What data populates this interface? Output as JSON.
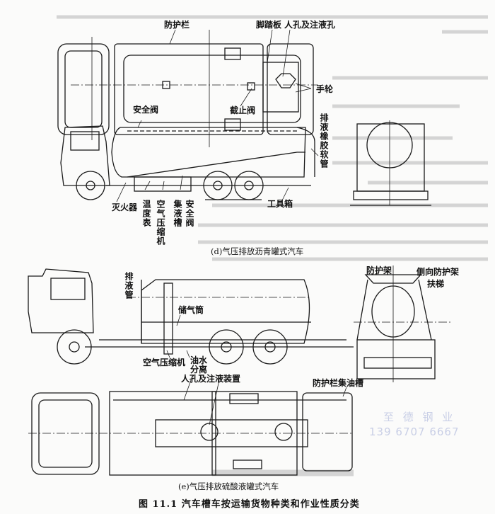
{
  "figure": {
    "caption": "图 11.1   汽车槽车按运输货物种类和作业性质分类"
  },
  "truck_d": {
    "caption": "(d)气压排放沥青罐式汽车",
    "labels": {
      "guardrail": "防护栏",
      "footboard": "脚踏板",
      "manhole": "人孔及注液孔",
      "handwheel": "手轮",
      "safety_valve_top": "安全阀",
      "stop_valve": "截止阀",
      "discharge_hose": "排液橡胶软管",
      "extinguisher": "灭火器",
      "thermometer": "温度表",
      "air_compressor": "空气压缩机",
      "sump": "集液槽",
      "safety_valve_bottom": "安全阀",
      "toolbox": "工具箱"
    }
  },
  "truck_e": {
    "caption": "(e)气压排放硫酸液罐式汽车",
    "labels": {
      "discharge_pipe": "排液管",
      "air_tank": "储气筒",
      "guard_frame": "防护架",
      "side_guard_frame": "侧向防护架",
      "ladder": "扶梯",
      "air_compressor": "空气压缩机",
      "oil_water_separator": "油水分离",
      "manhole_device": "人孔及注液装置",
      "guardrail": "防护栏",
      "oil_sump": "集油槽"
    }
  },
  "watermark": {
    "company": "至 德 钢 业",
    "phone": "139 6707 6667"
  }
}
